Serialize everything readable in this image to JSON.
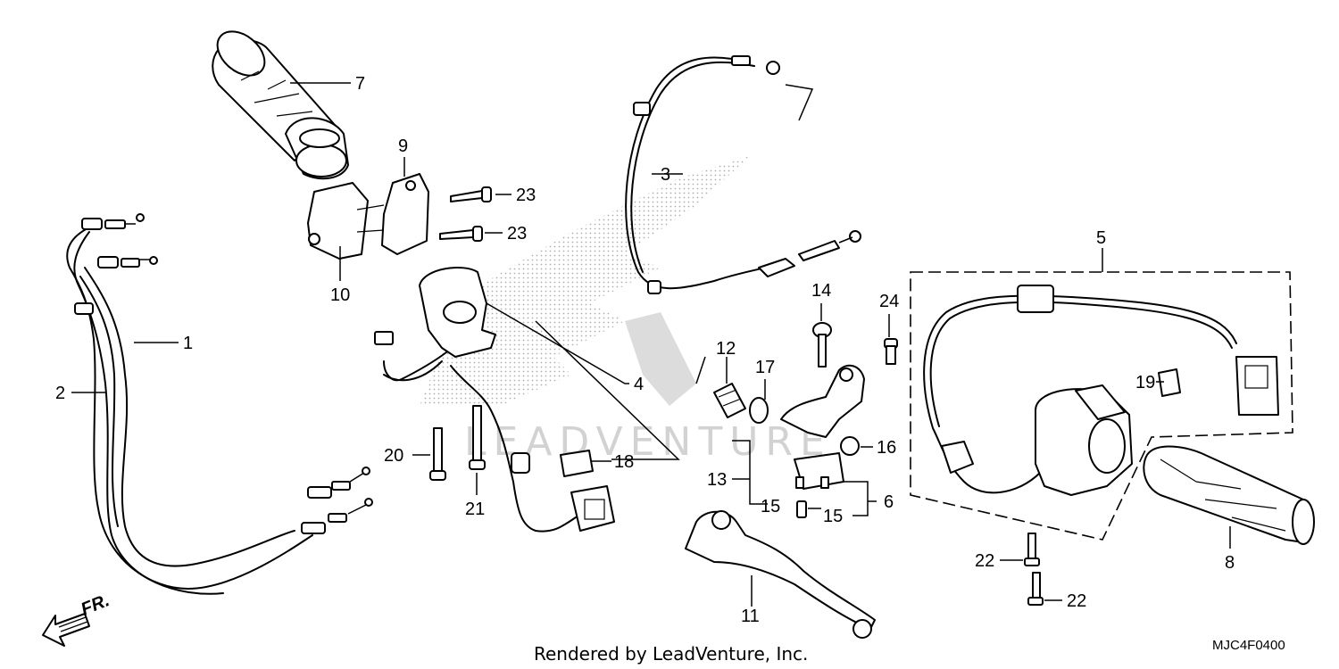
{
  "callouts": {
    "c1": "1",
    "c2": "2",
    "c3": "3",
    "c4": "4",
    "c5": "5",
    "c6": "6",
    "c7": "7",
    "c8": "8",
    "c9": "9",
    "c10": "10",
    "c11": "11",
    "c12": "12",
    "c13": "13",
    "c14": "14",
    "c15a": "15",
    "c15b": "15",
    "c16": "16",
    "c17": "17",
    "c18": "18",
    "c19": "19",
    "c20": "20",
    "c21": "21",
    "c22a": "22",
    "c22b": "22",
    "c23a": "23",
    "c23b": "23",
    "c24": "24"
  },
  "direction_label": "FR.",
  "watermark_text": "LEADVENTURE",
  "footer": {
    "rendered_by": "Rendered by LeadVenture, Inc.",
    "diagram_code": "MJC4F0400"
  },
  "colors": {
    "ink": "#000000",
    "watermark": "#c8c8c8",
    "background": "#ffffff"
  }
}
